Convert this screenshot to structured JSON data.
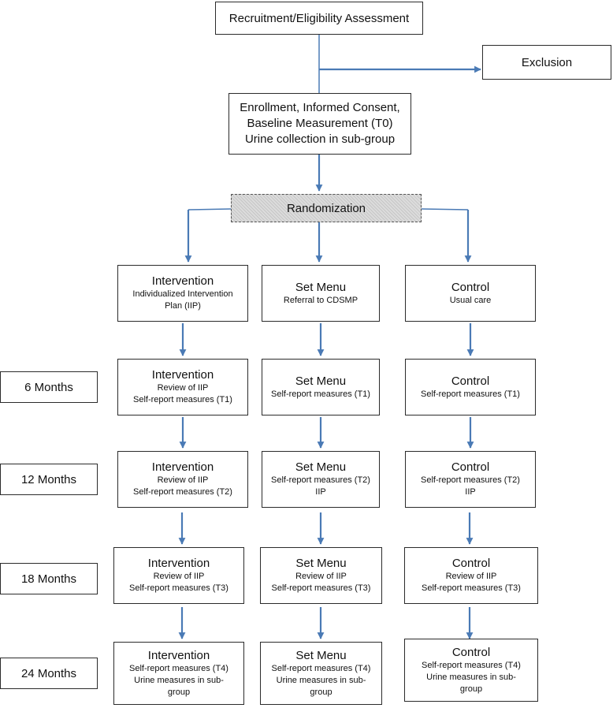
{
  "recruitment": "Recruitment/Eligibility Assessment",
  "exclusion": "Exclusion",
  "enrollment": [
    "Enrollment, Informed Consent,",
    "Baseline Measurement (T0)",
    "Urine collection in sub-group"
  ],
  "randomization": "Randomization",
  "months": [
    "6 Months",
    "12 Months",
    "18 Months",
    "24 Months"
  ],
  "columns": [
    {
      "rows": [
        {
          "title": "Intervention",
          "lines": [
            "Individualized Intervention",
            "Plan (IIP)"
          ]
        },
        {
          "title": "Intervention",
          "lines": [
            "Review of IIP",
            "Self-report measures (T1)"
          ]
        },
        {
          "title": "Intervention",
          "lines": [
            "Review of IIP",
            "Self-report measures (T2)"
          ]
        },
        {
          "title": "Intervention",
          "lines": [
            "Review of IIP",
            "Self-report measures (T3)"
          ]
        },
        {
          "title": "Intervention",
          "lines": [
            "Self-report measures (T4)",
            "Urine measures in sub-",
            "group"
          ]
        }
      ]
    },
    {
      "rows": [
        {
          "title": "Set Menu",
          "lines": [
            "Referral to CDSMP"
          ]
        },
        {
          "title": "Set Menu",
          "lines": [
            "Self-report measures (T1)"
          ]
        },
        {
          "title": "Set Menu",
          "lines": [
            "Self-report measures (T2)",
            "IIP"
          ]
        },
        {
          "title": "Set Menu",
          "lines": [
            "Review of IIP",
            "Self-report measures (T3)"
          ]
        },
        {
          "title": "Set Menu",
          "lines": [
            "Self-report measures (T4)",
            "Urine measures in sub-",
            "group"
          ]
        }
      ]
    },
    {
      "rows": [
        {
          "title": "Control",
          "lines": [
            "Usual care"
          ]
        },
        {
          "title": "Control",
          "lines": [
            "Self-report measures (T1)"
          ]
        },
        {
          "title": "Control",
          "lines": [
            "Self-report measures (T2)",
            "IIP"
          ]
        },
        {
          "title": "Control",
          "lines": [
            "Review of IIP",
            "Self-report measures (T3)"
          ]
        },
        {
          "title": "Control",
          "lines": [
            "Self-report measures (T4)",
            "Urine measures in sub-",
            "group"
          ]
        }
      ]
    }
  ],
  "colors": {
    "arrow": "#4a7ab5",
    "border": "#2b2b2b",
    "randomization_fill": "#dcdcdc"
  }
}
